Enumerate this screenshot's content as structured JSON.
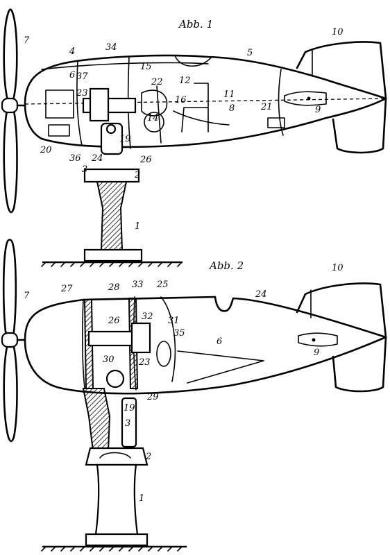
{
  "figures": [
    {
      "title": "Abb. 1"
    },
    {
      "title": "Abb. 2"
    }
  ],
  "fig1_labels": [
    "7",
    "4",
    "34",
    "15",
    "22",
    "12",
    "5",
    "10",
    "6",
    "37",
    "23",
    "16",
    "11",
    "8",
    "21",
    "9",
    "20",
    "36",
    "24",
    "3",
    "19",
    "26",
    "14",
    "2",
    "1"
  ],
  "fig2_labels": [
    "7",
    "27",
    "28",
    "33",
    "25",
    "24",
    "10",
    "26",
    "32",
    "31",
    "35",
    "6",
    "9",
    "30",
    "23",
    "29",
    "19",
    "3",
    "2",
    "1"
  ]
}
